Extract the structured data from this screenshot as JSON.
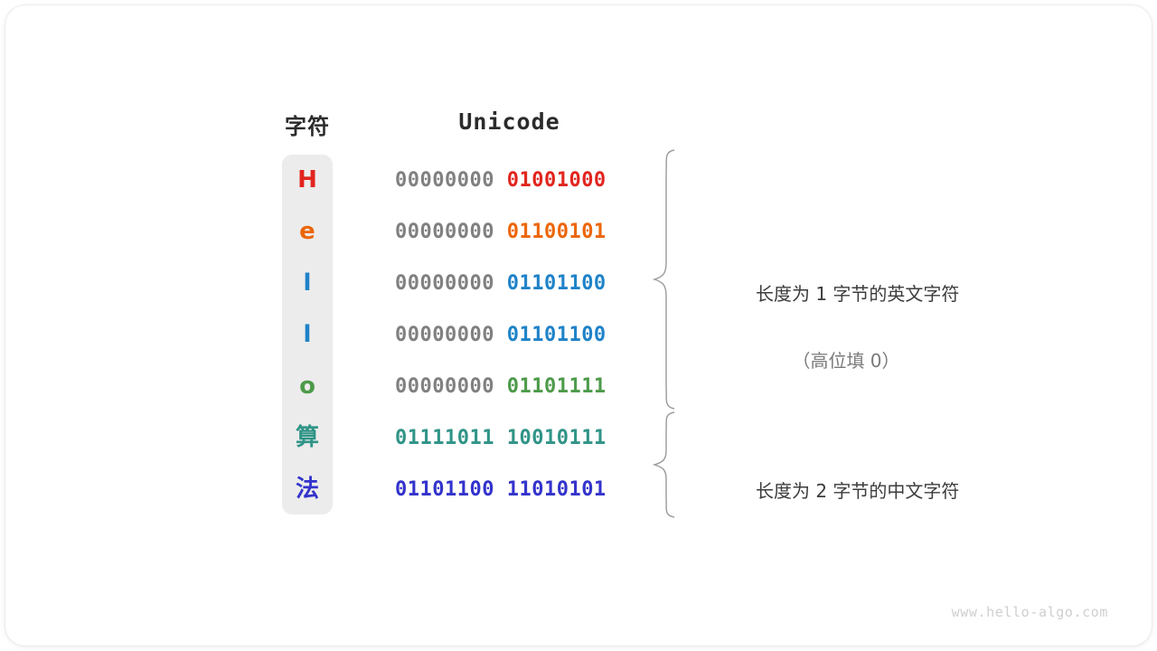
{
  "figure": {
    "watermark": "www.hello-algo.com",
    "headers": {
      "char": "字符",
      "unicode": "Unicode"
    },
    "colors": {
      "strip_bg": "#ececec",
      "high_byte": "#808080",
      "card_bg": "#ffffff",
      "brace": "#9a9a9a",
      "annotation": "#3c3c3c",
      "annotation_sub": "#7a7a7a",
      "watermark": "#cfcfcf"
    },
    "rows": [
      {
        "char": "H",
        "color": "#e1251e",
        "high": "00000000",
        "low": "01001000",
        "high_gray": true
      },
      {
        "char": "e",
        "color": "#ec6608",
        "high": "00000000",
        "low": "01100101",
        "high_gray": true
      },
      {
        "char": "l",
        "color": "#1f82c8",
        "high": "00000000",
        "low": "01101100",
        "high_gray": true
      },
      {
        "char": "l",
        "color": "#1f82c8",
        "high": "00000000",
        "low": "01101100",
        "high_gray": true
      },
      {
        "char": "o",
        "color": "#4d9a4a",
        "high": "00000000",
        "low": "01101111",
        "high_gray": true
      },
      {
        "char": "算",
        "color": "#309487",
        "high": "01111011",
        "low": "10010111",
        "high_gray": false
      },
      {
        "char": "法",
        "color": "#3333cc",
        "high": "01101100",
        "low": "11010101",
        "high_gray": false
      }
    ],
    "annotations": [
      {
        "main": "长度为 1 字节的英文字符",
        "sub": "（高位填 0）"
      },
      {
        "main": "长度为 2 字节的中文字符",
        "sub": ""
      }
    ]
  }
}
